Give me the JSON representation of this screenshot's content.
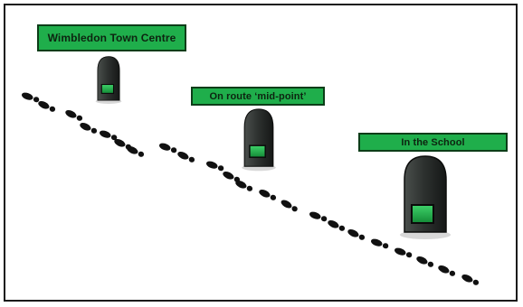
{
  "labels": {
    "town_centre": "Wimbledon Town Centre",
    "mid_point": "On route ‘mid-point’",
    "school": "In the School"
  },
  "colors": {
    "label_fill": "#1fae4b",
    "label_border": "#0c3d18",
    "device_body": "#2a2d2b",
    "device_screen": "#22b24c",
    "footprint": "#111111"
  },
  "icons": {
    "device": "air-quality-monitor-icon",
    "footstep": "footprint-icon"
  }
}
